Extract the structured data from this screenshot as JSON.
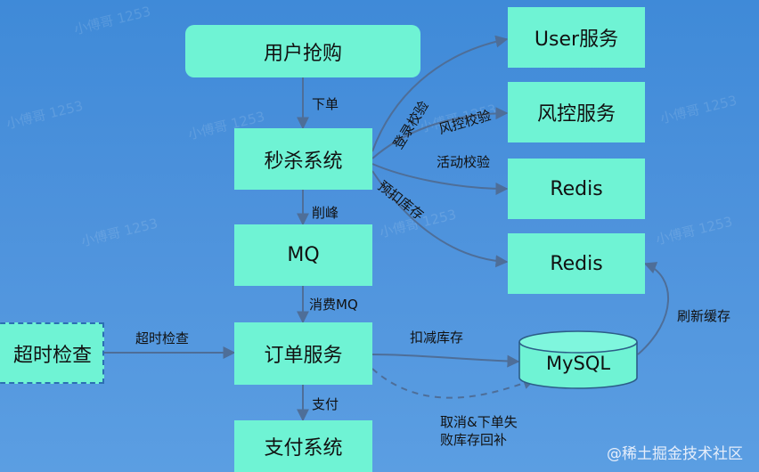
{
  "nodes": {
    "user_buy": "用户抢购",
    "seckill": "秒杀系统",
    "mq": "MQ",
    "order": "订单服务",
    "pay": "支付系统",
    "timeout": "超时检查",
    "user_service": "User服务",
    "risk_service": "风控服务",
    "redis_1": "Redis",
    "redis_2": "Redis",
    "mysql": "MySQL"
  },
  "edges": {
    "place_order": "下单",
    "peak_shaving": "削峰",
    "consume_mq": "消费MQ",
    "payment": "支付",
    "timeout_check": "超时检查",
    "login_check": "登录校验",
    "risk_check": "风控校验",
    "activity_check": "活动校验",
    "pre_deduct": "预扣库存",
    "deduct_stock": "扣减库存",
    "refresh_cache": "刷新缓存",
    "rollback_line1": "取消&下单失",
    "rollback_line2": "败库存回补"
  },
  "watermark": "小傅哥 1253",
  "credit": "@稀土掘金技术社区"
}
